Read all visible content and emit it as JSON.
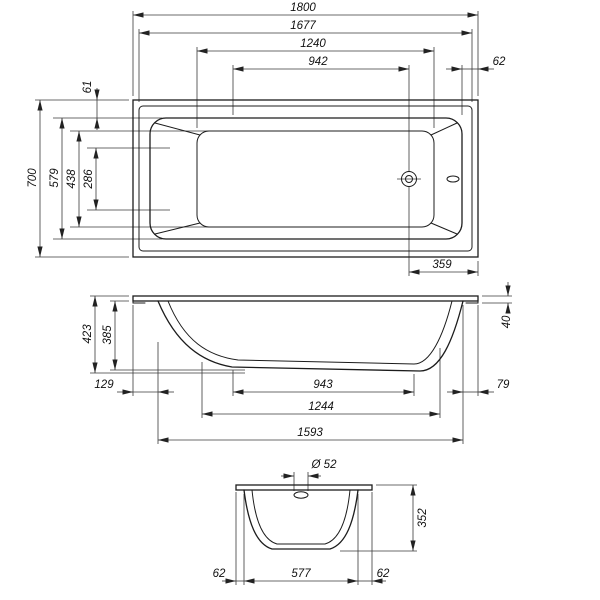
{
  "top_view": {
    "length_overall": "1800",
    "length_rim": "1677",
    "length_bottom": "1240",
    "length_drain": "942",
    "offset_right": "62",
    "offset_top": "61",
    "width_overall": "700",
    "width_opening": "579",
    "width_bottom": "438",
    "width_flat": "286",
    "drain_offset": "359"
  },
  "side_view": {
    "height_overall": "423",
    "depth_inner": "385",
    "rim_height": "40",
    "left_offset": "129",
    "bottom_flat": "943",
    "right_offset": "79",
    "bottom_length": "1244",
    "body_length": "1593"
  },
  "end_view": {
    "hole_diameter": "Ø 52",
    "body_height": "352",
    "left_overhang": "62",
    "bottom_width": "577",
    "right_overhang": "62"
  }
}
